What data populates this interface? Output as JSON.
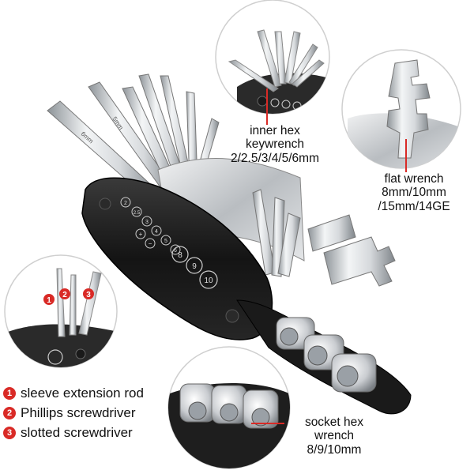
{
  "tool_markings": {
    "hex_sizes": [
      "2",
      "2.5",
      "3",
      "4",
      "5",
      "6"
    ],
    "socket_sizes": [
      "8",
      "9",
      "10"
    ],
    "cross_symbol": "+",
    "minus_symbol": "−",
    "hex_marking_6": "6mm",
    "hex_marking_5": "5mm"
  },
  "callouts": {
    "inner_hex": {
      "line1": "inner hex",
      "line2": "keywrench",
      "line3": "2/2.5/3/4/5/6mm"
    },
    "flat_wrench": {
      "line1": "flat wrench",
      "line2": "8mm/10mm",
      "line3": "/15mm/14GE"
    },
    "socket": {
      "line1": "socket hex",
      "line2": "wrench",
      "line3": "8/9/10mm"
    }
  },
  "legend": [
    {
      "number": "1",
      "text": "sleeve extension rod"
    },
    {
      "number": "2",
      "text": "Phillips screwdriver"
    },
    {
      "number": "3",
      "text": "slotted screwdriver"
    }
  ],
  "colors": {
    "accent": "#d92a26",
    "body": "#1c1c1c",
    "metal_light": "#e6e8ea",
    "metal_dark": "#9aa0a6"
  }
}
